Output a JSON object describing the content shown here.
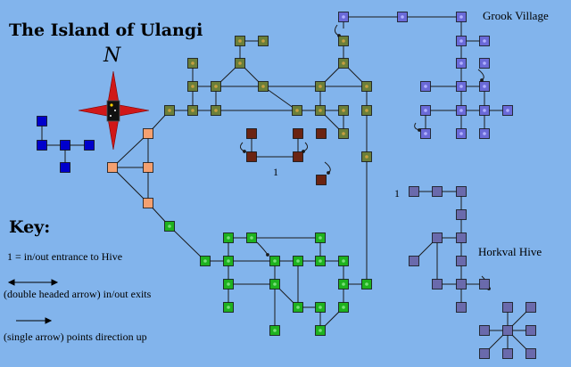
{
  "title": "The Island of Ulangi",
  "compass_letter": "N",
  "regions": {
    "grook": "Grook Village",
    "horkval": "Horkval Hive"
  },
  "hive_marker": "1",
  "key": {
    "heading": "Key:",
    "entrance": "1 = in/out entrance to Hive",
    "double_arrow": "(double headed arrow)  in/out  exits",
    "single_arrow": "(single arrow) points direction up"
  },
  "colors": {
    "background": "#82b4ec",
    "blue_rooms": "#0000cc",
    "salmon_rooms": "#f4a070",
    "olive_rooms": "#6b7f3a",
    "brown_rooms": "#6b2412",
    "green_rooms": "#1fb21f",
    "grook_rooms": "#6a6ad8",
    "hive_rooms": "#6a6aac",
    "lines": "#1a1a1a",
    "compass_red": "#cc1010"
  }
}
